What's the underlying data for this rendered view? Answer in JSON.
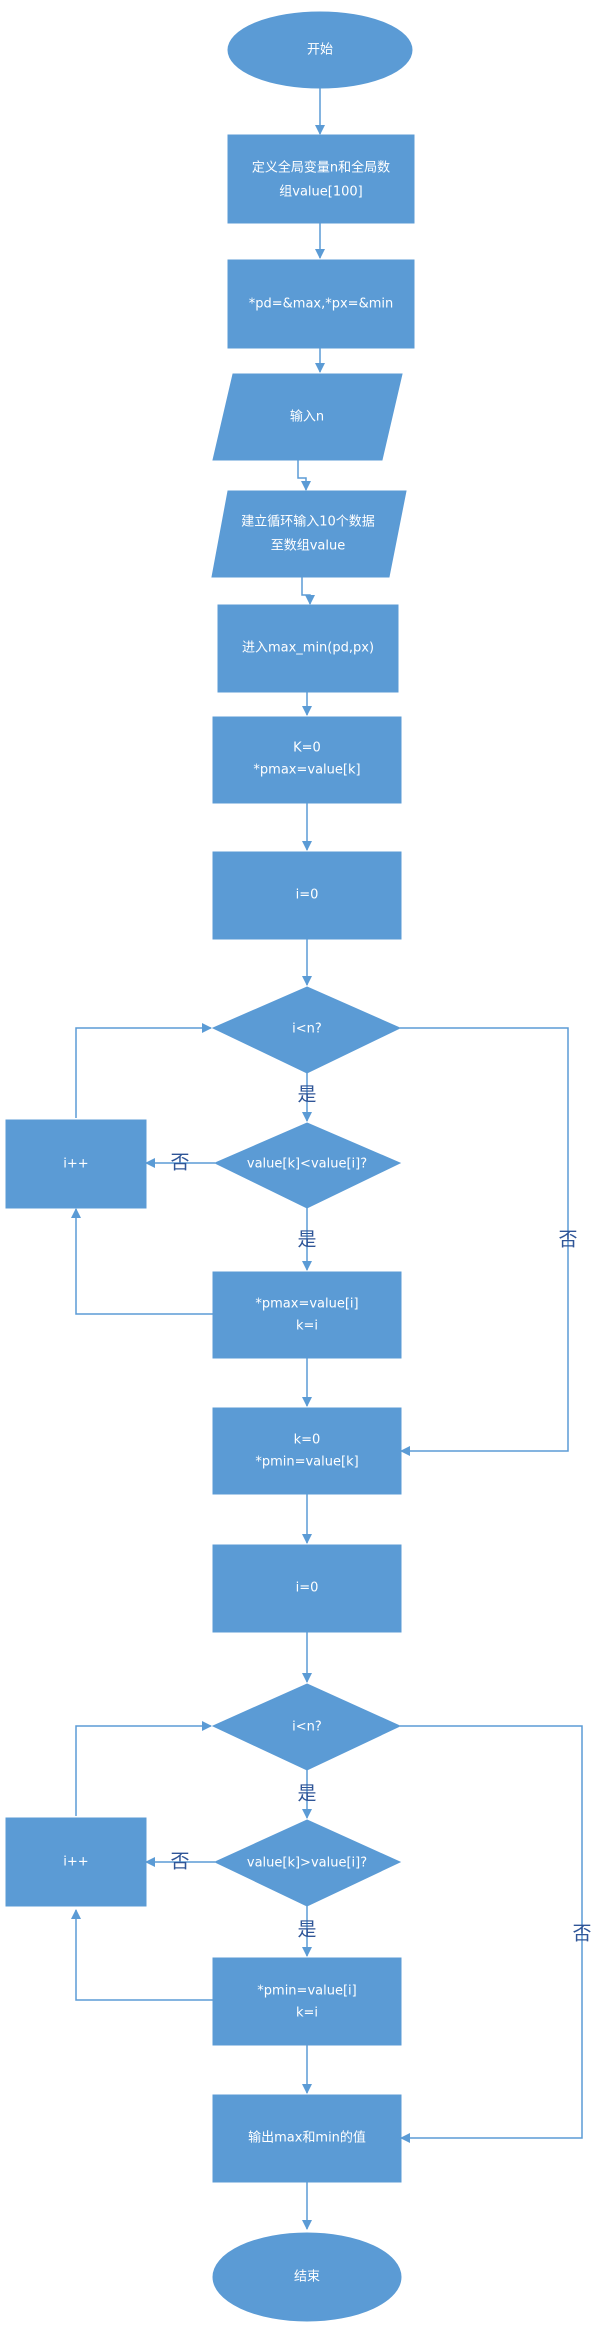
{
  "diagram": {
    "title": "",
    "colors": {
      "shape": "#5B9BD5",
      "line": "#5B9BD5",
      "label": "#2F5597",
      "text": "#FFFFFF"
    },
    "nodes": {
      "start": "开始",
      "define_globals": [
        "定义全局变量n和全局数",
        "组value[100]"
      ],
      "pointers": "*pd=&max,*px=&min",
      "input_n": "输入n",
      "loop_input": [
        "建立循环输入10个数据",
        "至数组value"
      ],
      "call_max_min": "进入max_min(pd,px)",
      "init_k_max": [
        "K=0",
        "*pmax=value[k]"
      ],
      "init_i_1": "i=0",
      "cond_i_lt_n_1": "i<n?",
      "cond_max": "value[k]<value[i]?",
      "incr_i_1": "i++",
      "set_max": [
        "*pmax=value[i]",
        "k=i"
      ],
      "init_k_min": [
        "k=0",
        "*pmin=value[k]"
      ],
      "init_i_2": "i=0",
      "cond_i_lt_n_2": "i<n?",
      "cond_min": "value[k]>value[i]?",
      "incr_i_2": "i++",
      "set_min": [
        "*pmin=value[i]",
        "k=i"
      ],
      "output": "输出max和min的值",
      "end": "结束"
    },
    "edge_labels": {
      "yes": "是",
      "no": "否"
    }
  }
}
